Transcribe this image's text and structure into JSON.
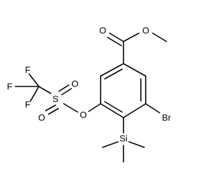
{
  "molecule": {
    "atoms": {
      "O1": "O",
      "O2": "O",
      "O3": "O",
      "O4": "O",
      "O5": "O",
      "S": "S",
      "F1": "F",
      "F2": "F",
      "F3": "F",
      "Br": "Br",
      "Si": "Si"
    }
  }
}
